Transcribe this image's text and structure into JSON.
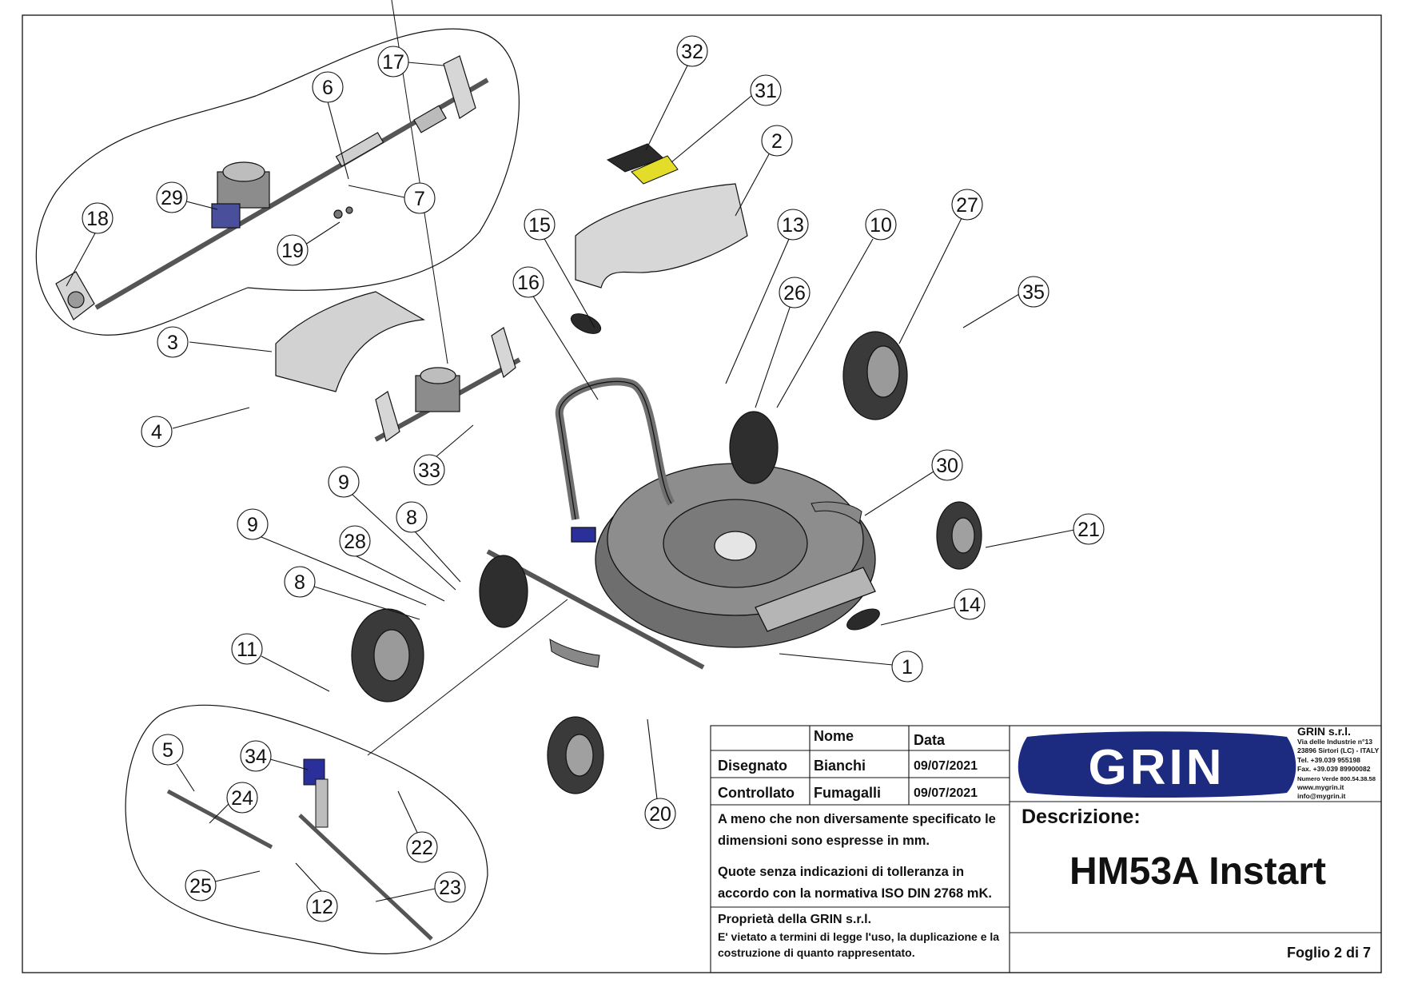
{
  "callouts": [
    "1",
    "2",
    "3",
    "4",
    "5",
    "6",
    "7",
    "8",
    "8",
    "9",
    "9",
    "10",
    "11",
    "12",
    "13",
    "14",
    "15",
    "16",
    "17",
    "18",
    "19",
    "20",
    "21",
    "22",
    "23",
    "24",
    "25",
    "26",
    "27",
    "28",
    "29",
    "30",
    "31",
    "32",
    "33",
    "34",
    "35"
  ],
  "title_block": {
    "header_name": "Nome",
    "header_date": "Data",
    "drawn_label": "Disegnato",
    "drawn_name": "Bianchi",
    "drawn_date": "09/07/2021",
    "checked_label": "Controllato",
    "checked_name": "Fumagalli",
    "checked_date": "09/07/2021",
    "note_units": "A meno che non diversamente specificato le dimensioni sono espresse in mm.",
    "note_tolerance": "Quote senza indicazioni di tolleranza in accordo con la normativa ISO DIN 2768 mK.",
    "prop_title": "Proprietà della GRIN s.r.l.",
    "prop_text": "E' vietato a termini di legge l'uso, la duplicazione e la costruzione di quanto rappresentato.",
    "logo_text": "GRIN",
    "company_name": "GRIN s.r.l.",
    "company_lines": [
      "Via delle Industrie n°13",
      "23896 Sirtori (LC) - ITALY",
      "Tel. +39.039 955198",
      "Fax. +39.039 89900082",
      "Numero Verde 800.54.38.58",
      "www.mygrin.it",
      "info@mygrin.it"
    ],
    "description_label": "Descrizione:",
    "model": "HM53A Instart",
    "sheet": "Foglio 2 di 7"
  },
  "colors": {
    "line": "#111111",
    "part_fill": "#cfcfcf",
    "part_dark": "#3a3a3a",
    "accent_blue": "#2b2f9a",
    "label_yellow": "#e3dd2a",
    "logo_blue": "#1c2a80"
  }
}
